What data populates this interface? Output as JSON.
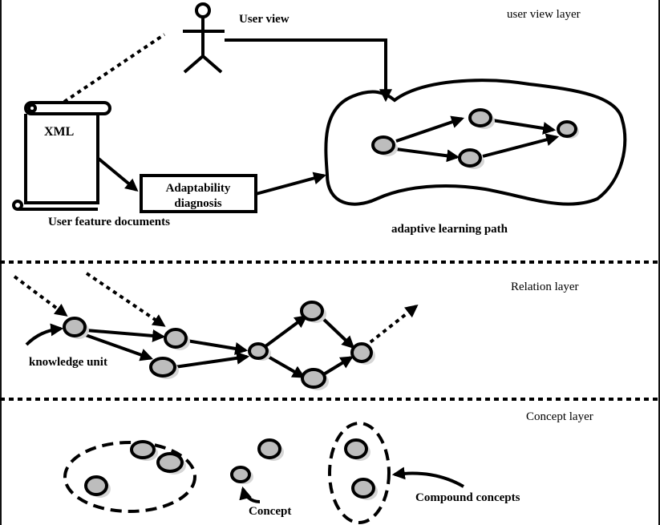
{
  "layers": {
    "user_view": "user view layer",
    "relation": "Relation layer",
    "concept": "Concept layer"
  },
  "user_view_layer": {
    "user_label": "User view",
    "xml_label": "XML",
    "documents_label": "User feature documents",
    "diagnosis_line1": "Adaptability",
    "diagnosis_line2": "diagnosis",
    "path_label": "adaptive learning path"
  },
  "relation_layer": {
    "knowledge_unit_label": "knowledge unit"
  },
  "concept_layer": {
    "concept_label": "Concept",
    "compound_label": "Compound concepts"
  },
  "icons": {
    "user": "user-figure-icon",
    "document": "scroll-document-icon"
  },
  "colors": {
    "node_fill": "#bdbdbd",
    "node_shadow": "#d6d6d6",
    "stroke": "#000000",
    "background": "#ffffff"
  }
}
